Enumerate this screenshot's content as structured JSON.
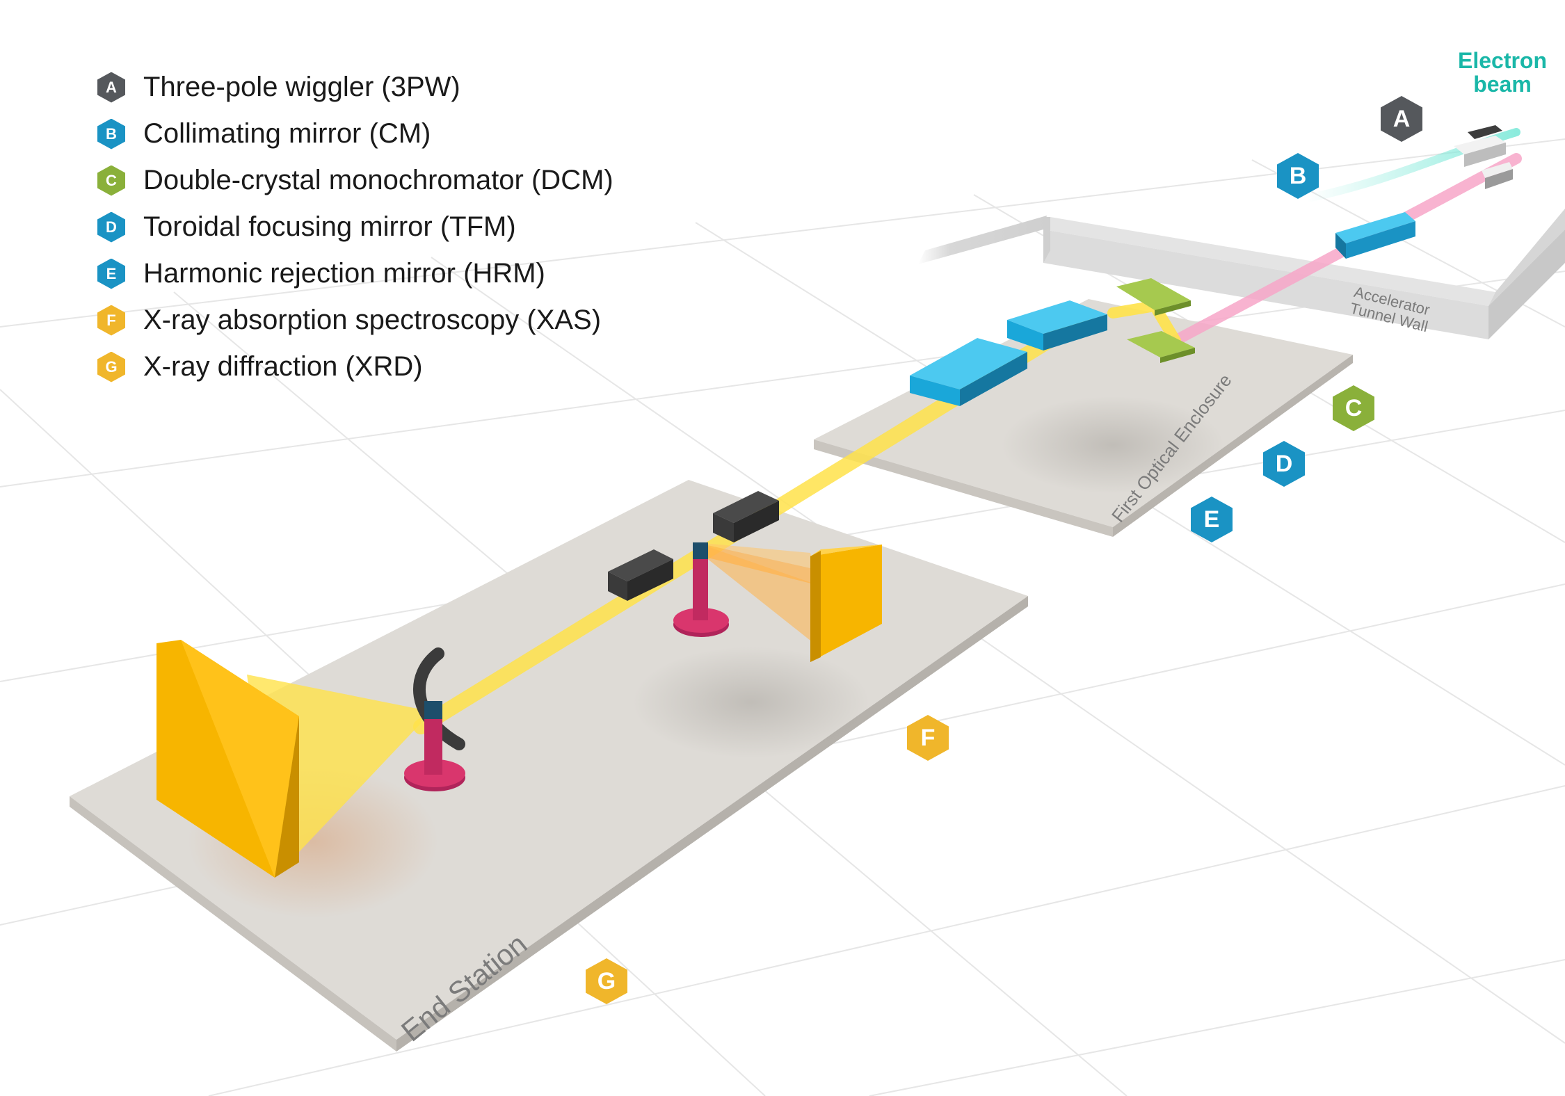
{
  "legend": [
    {
      "letter": "A",
      "label": "Three-pole wiggler (3PW)",
      "color": "#55585c"
    },
    {
      "letter": "B",
      "label": "Collimating mirror (CM)",
      "color": "#1a93c4"
    },
    {
      "letter": "C",
      "label": "Double-crystal monochromator (DCM)",
      "color": "#8ab03a"
    },
    {
      "letter": "D",
      "label": "Toroidal focusing mirror (TFM)",
      "color": "#1a93c4"
    },
    {
      "letter": "E",
      "label": "Harmonic rejection mirror (HRM)",
      "color": "#1a93c4"
    },
    {
      "letter": "F",
      "label": "X-ray absorption spectroscopy (XAS)",
      "color": "#f0b62b"
    },
    {
      "letter": "G",
      "label": "X-ray diffraction (XRD)",
      "color": "#f0b62b"
    }
  ],
  "beam_label": {
    "line1": "Electron",
    "line2": "beam",
    "color": "#1ab7a8"
  },
  "markers": {
    "A": "A",
    "B": "B",
    "C": "C",
    "D": "D",
    "E": "E",
    "F": "F",
    "G": "G"
  },
  "areas": {
    "tunnel_line1": "Accelerator",
    "tunnel_line2": "Tunnel Wall",
    "enclosure": "First Optical Enclosure",
    "end_station": "End Station"
  },
  "colors": {
    "mirror": "#1fb7e6",
    "crystal": "#8ab03a",
    "detector": "#f7b500",
    "beam_xray": "#ffe24a",
    "beam_pink": "#f7a6c8",
    "stand": "#d9366d"
  }
}
